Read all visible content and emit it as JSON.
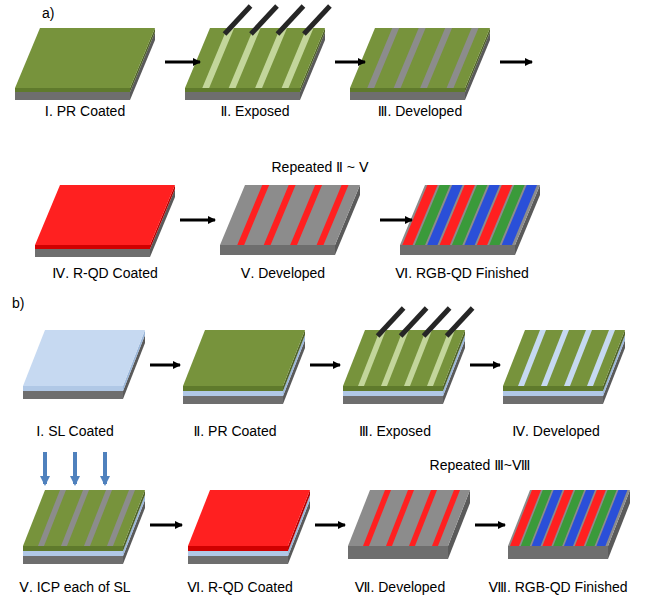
{
  "diagram": {
    "labels": [
      "a)",
      "Ⅰ. PR Coated",
      "Ⅱ. Exposed",
      "Ⅲ. Developed",
      "Ⅳ. R-QD Coated",
      "Ⅴ. Developed",
      "Repeated Ⅱ ~ Ⅴ",
      "Ⅵ. RGB-QD Finished",
      "b)",
      "Ⅰ. SL Coated",
      "Ⅱ. PR Coated",
      "Ⅲ. Exposed",
      "Ⅳ. Developed",
      "Ⅴ. ICP each of SL",
      "Ⅵ. R-QD Coated",
      "Ⅶ. Developed",
      "Repeated Ⅲ~Ⅷ",
      "Ⅷ. RGB-QD Finished"
    ]
  }
}
